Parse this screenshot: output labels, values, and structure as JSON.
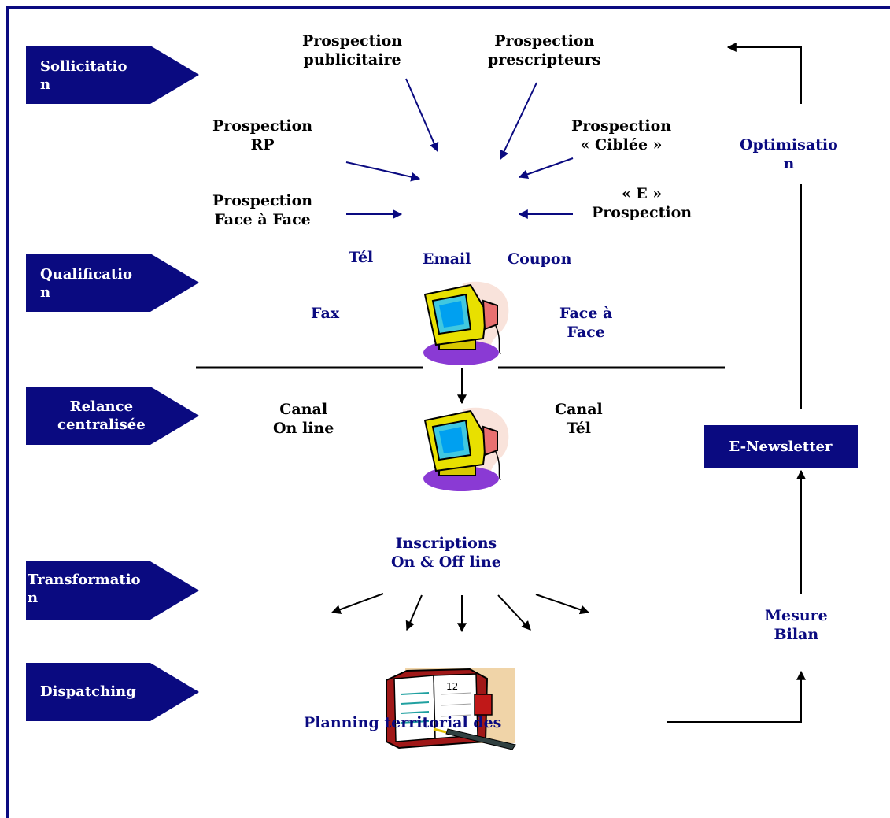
{
  "stages": [
    {
      "id": "sollicitation",
      "label": "Sollicitatio\nn"
    },
    {
      "id": "qualification",
      "label": "Qualificatio\nn"
    },
    {
      "id": "relance",
      "label": "Relance\ncentralisée"
    },
    {
      "id": "transformation",
      "label": "Transformatio\nn"
    },
    {
      "id": "dispatching",
      "label": "Dispatching"
    }
  ],
  "prospection": {
    "publicitaire": "Prospection\npublicitaire",
    "prescripteurs": "Prospection\nprescripteurs",
    "rp": "Prospection\nRP",
    "ciblee": "Prospection\n« Ciblée »",
    "face_a_face": "Prospection\nFace à Face",
    "e_prospection": "« E »\nProspection"
  },
  "channels": {
    "tel": "Tél",
    "email": "Email",
    "coupon": "Coupon",
    "fax": "Fax",
    "face_a_face": "Face à\nFace"
  },
  "relance": {
    "canal_online": "Canal\nOn line",
    "canal_tel": "Canal\nTél"
  },
  "inscriptions": "Inscriptions\nOn & Off line",
  "planning": "Planning territorial des",
  "right_column": {
    "optimisation": "Optimisatio\nn",
    "newsletter": "E-Newsletter",
    "mesure": "Mesure\nBilan"
  },
  "icons": [
    "computer-icon",
    "computer-icon",
    "agenda-icon"
  ],
  "colors": {
    "navy": "#0a0a80",
    "black": "#000000"
  }
}
